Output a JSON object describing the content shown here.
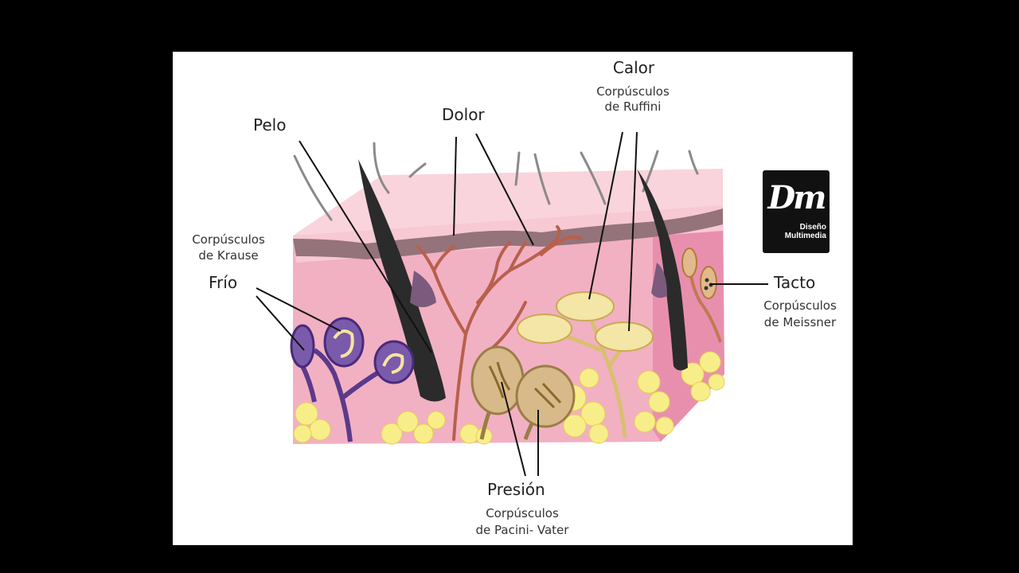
{
  "labels": {
    "pelo": "Pelo",
    "dolor": "Dolor",
    "calor": "Calor",
    "calor_sub_1": "Corpúsculos",
    "calor_sub_2": "de Ruffini",
    "krause_sub_1": "Corpúsculos",
    "krause_sub_2": "de Krause",
    "frio": "Frío",
    "tacto": "Tacto",
    "tacto_sub_1": "Corpúsculos",
    "tacto_sub_2": "de Meissner",
    "presion": "Presión",
    "presion_sub_1": "Corpúsculos",
    "presion_sub_2": "de Pacini- Vater"
  },
  "logo": {
    "mark": "Dm",
    "line_1": "Diseño",
    "line_2": "Multimedia"
  },
  "colors": {
    "epidermis": "#f6c4cf",
    "dermis": "#f0a8bd",
    "basal_layer": "#8f6f74",
    "hair": "#2b2b2b",
    "fat": "#f6ec8c",
    "nerve_pain": "#b8604c",
    "krause": "#6a4a9a",
    "pacini": "#c8a66a",
    "ruffini": "#f3e6a6"
  }
}
